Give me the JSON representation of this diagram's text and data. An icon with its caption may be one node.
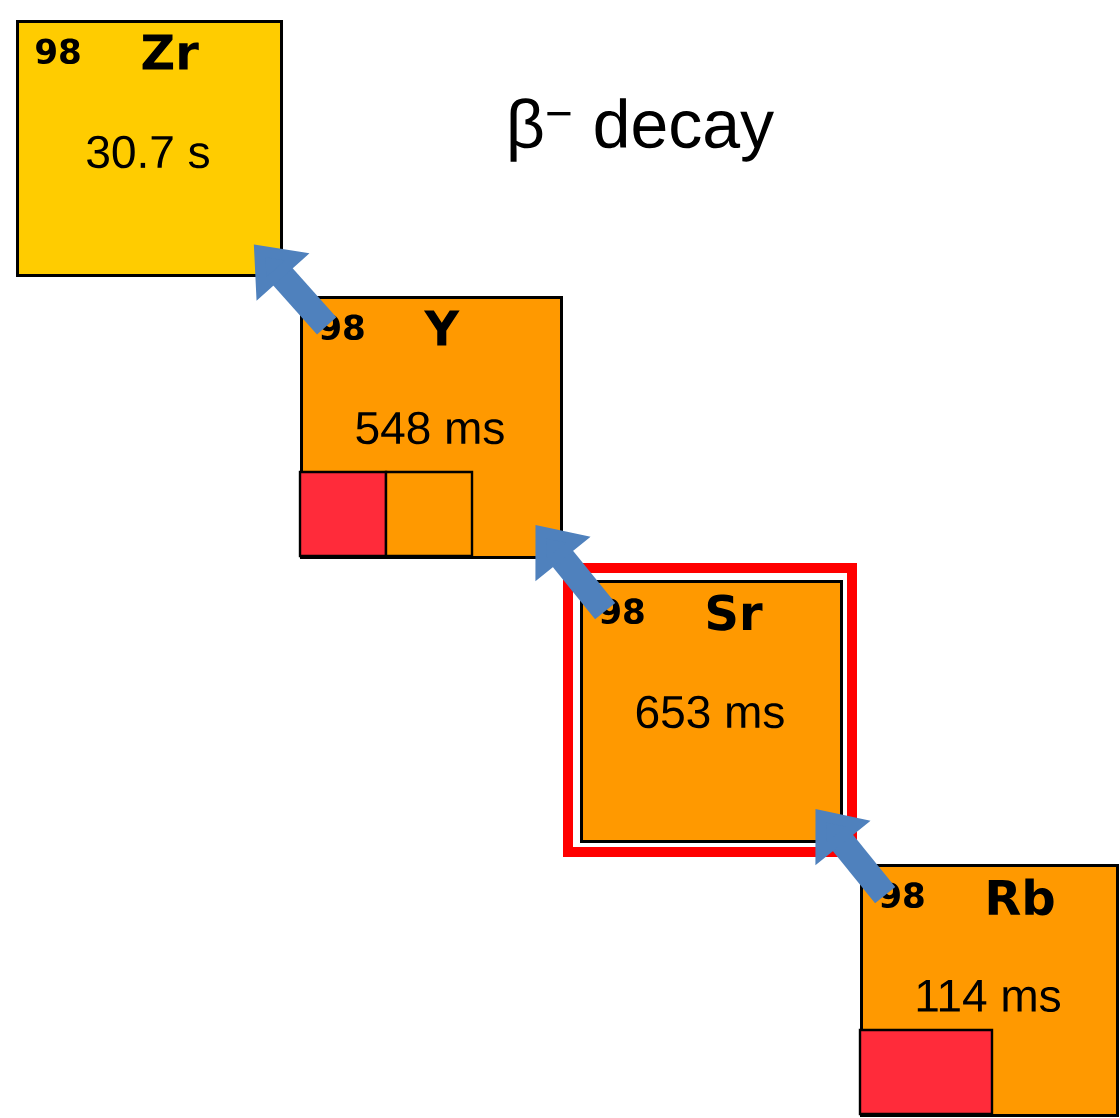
{
  "diagram": {
    "title": "β$^{−}$ decay",
    "nodes": [
      {
        "text": [
          "98",
          "Zr",
          "30.7 s"
        ]
      },
      {
        "text": [
          "98",
          "Y",
          "548 ms"
        ]
      },
      {
        "text": [
          "98",
          "Sr",
          "653 ms"
        ]
      },
      {
        "text": [
          "98",
          "Rb",
          "114 ms"
        ]
      }
    ],
    "edges": [
      {
        "from": 3,
        "to": 2,
        "arrow": "to"
      },
      {
        "from": 2,
        "to": 1,
        "arrow": "to"
      },
      {
        "from": 1,
        "to": 0,
        "arrow": "to"
      }
    ]
  }
}
